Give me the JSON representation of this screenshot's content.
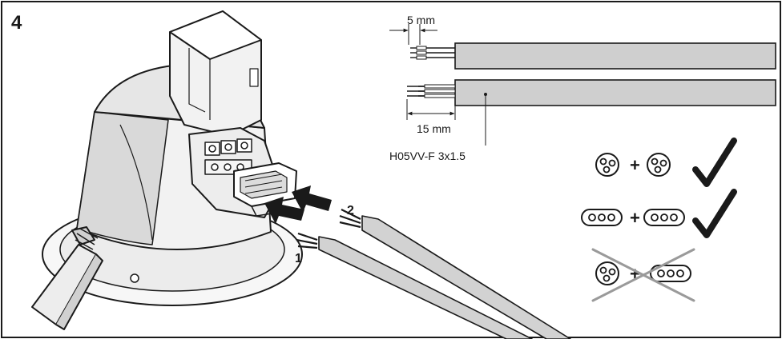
{
  "step": {
    "number": "4"
  },
  "cable_spec": {
    "strip_short": "5 mm",
    "strip_long": "15 mm",
    "cable_type": "H05VV-F 3x1.5"
  },
  "insertion_order": {
    "first": "1",
    "second": "2"
  },
  "combinations": [
    {
      "left": "round-cable",
      "operator": "+",
      "right": "round-cable",
      "allowed": true
    },
    {
      "left": "flat-cable",
      "operator": "+",
      "right": "flat-cable",
      "allowed": true
    },
    {
      "left": "round-cable",
      "operator": "+",
      "right": "flat-cable",
      "allowed": false
    }
  ],
  "icons": {
    "allowed": "checkmark-icon",
    "forbidden": "cross-out-icon"
  },
  "colors": {
    "line": "#1a1a1a",
    "cable_sheath": "#cfcfcf",
    "fixture_body": "#f2f2f2",
    "fixture_shade": "#d9d9d9",
    "cross": "#9a9a9a"
  }
}
